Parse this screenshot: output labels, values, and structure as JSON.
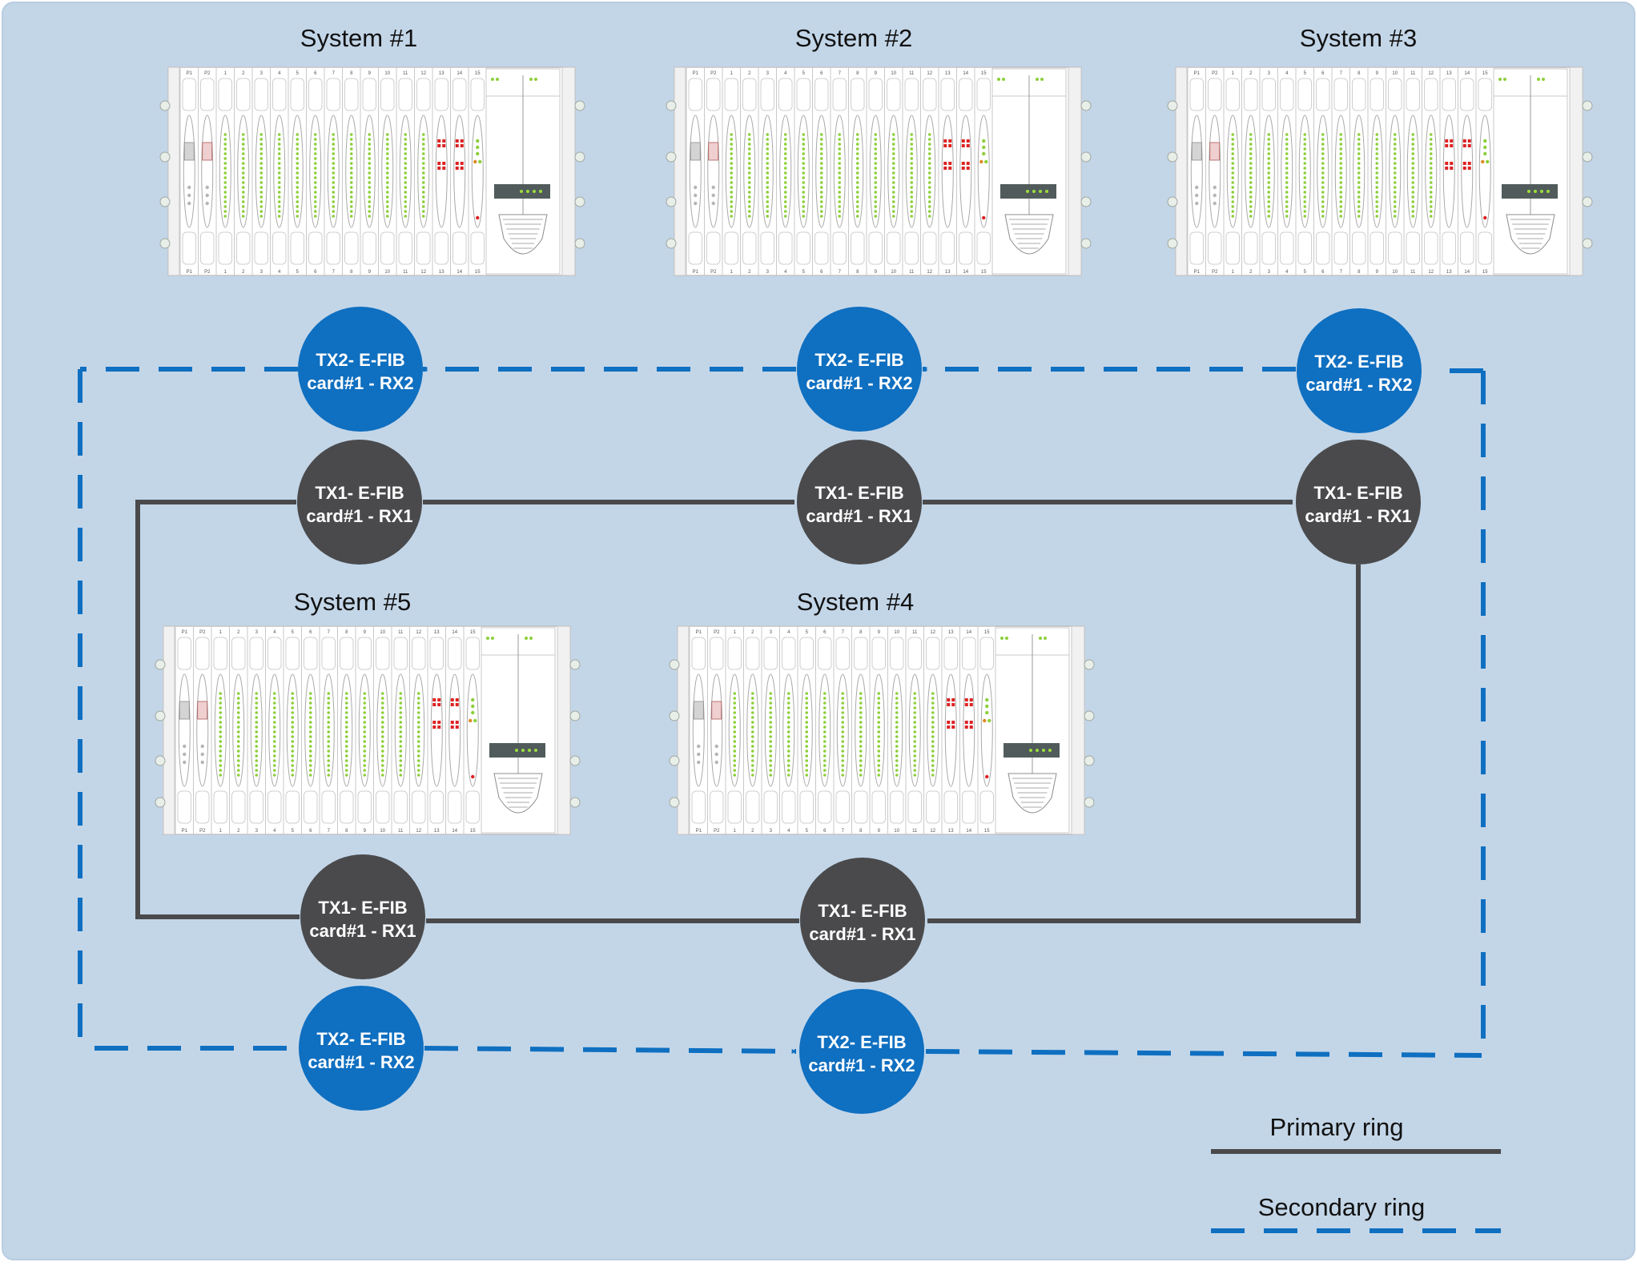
{
  "colors": {
    "background": "#c3d6e8",
    "primary": "#4a4a4c",
    "secondary": "#0f6fc0",
    "node_text": "#ffffff"
  },
  "systems": [
    {
      "id": "sys1",
      "title": "System #1"
    },
    {
      "id": "sys2",
      "title": "System #2"
    },
    {
      "id": "sys3",
      "title": "System #3"
    },
    {
      "id": "sys4",
      "title": "System #4"
    },
    {
      "id": "sys5",
      "title": "System #5"
    }
  ],
  "chassis": {
    "slot_labels": [
      "P1",
      "P2",
      "1",
      "2",
      "3",
      "4",
      "5",
      "6",
      "7",
      "8",
      "9",
      "10",
      "11",
      "12",
      "13",
      "14",
      "15"
    ]
  },
  "nodes": {
    "primary": {
      "line1": "TX1- E-FIB",
      "line2": "card#1 - RX1"
    },
    "secondary": {
      "line1": "TX2- E-FIB",
      "line2": "card#1 - RX2"
    }
  },
  "legend": {
    "primary_label": "Primary ring",
    "secondary_label": "Secondary ring"
  }
}
